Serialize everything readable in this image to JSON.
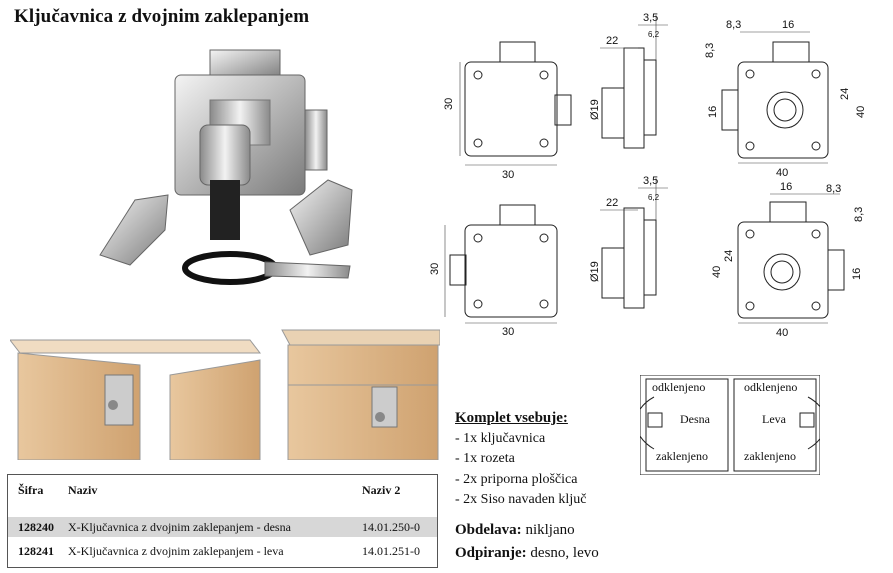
{
  "title": "Ključavnica z dvojnim zaklepanjem",
  "drawings": {
    "dims": [
      "3,5",
      "6,2",
      "22",
      "30",
      "Ø19",
      "30",
      "8,3",
      "16",
      "8,3",
      "24",
      "40",
      "16",
      "40"
    ],
    "dims_bottom": [
      "3,5",
      "6,2",
      "22",
      "30",
      "Ø19",
      "30",
      "16",
      "8,3",
      "8,3",
      "40",
      "24",
      "16",
      "40"
    ]
  },
  "legend": {
    "left": {
      "top": "odklenjeno",
      "mid": "Desna",
      "bottom": "zaklenjeno"
    },
    "right": {
      "top": "odklenjeno",
      "mid": "Leva",
      "bottom": "zaklenjeno"
    }
  },
  "kit": {
    "heading": "Komplet vsebuje:",
    "items": [
      "- 1x ključavnica",
      "- 1x rozeta",
      "- 2x priporna ploščica",
      "- 2x Siso navaden ključ"
    ]
  },
  "finish": {
    "label": "Obdelava:",
    "value": "nikljano"
  },
  "opening": {
    "label": "Odpiranje:",
    "value": "desno, levo"
  },
  "table": {
    "headers": [
      "Šifra",
      "Naziv",
      "Naziv 2"
    ],
    "rows": [
      {
        "code": "128240",
        "name": "X-Ključavnica z dvojnim zaklepanjem - desna",
        "name2": "14.01.250-0"
      },
      {
        "code": "128241",
        "name": "X-Ključavnica z dvojnim zaklepanjem - leva",
        "name2": "14.01.251-0"
      }
    ]
  }
}
